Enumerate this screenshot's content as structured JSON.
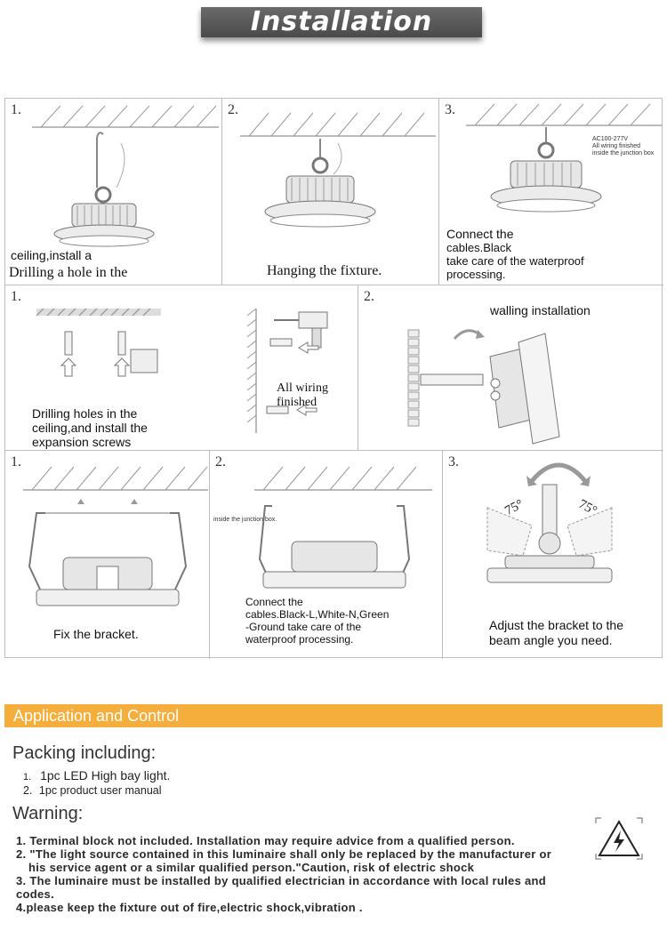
{
  "header": {
    "title": "Installation"
  },
  "row1": [
    {
      "num": "1.",
      "caption_a": "ceiling,install a",
      "caption_b": "Drilling a hole in the"
    },
    {
      "num": "2.",
      "caption": "Hanging the fixture."
    },
    {
      "num": "3.",
      "callout_a": "AC100-277V",
      "callout_b": "All wiring finished",
      "callout_c": "inside the junction box",
      "caption": [
        "Connect the",
        "cables.Black",
        "take care of the waterproof",
        "processing."
      ]
    }
  ],
  "row2": [
    {
      "num": "1.",
      "middle_label": "All wiring finished",
      "caption": [
        "Drilling holes in the",
        "ceiling,and install the",
        "expansion screws"
      ]
    },
    {
      "num": "2.",
      "caption": "walling installation"
    }
  ],
  "row3": [
    {
      "num": "1.",
      "caption": "Fix the bracket."
    },
    {
      "num": "2.",
      "callout": "inside the junction box.",
      "caption": [
        "Connect the",
        "cables.Black-L,White-N,Green",
        "-Ground take care of the",
        "waterproof processing."
      ]
    },
    {
      "num": "3.",
      "angle_left": "75°",
      "angle_right": "75°",
      "caption": [
        "Adjust the bracket to the",
        "beam angle you need."
      ]
    }
  ],
  "application": {
    "bar_title": "Application and Control",
    "packing_title": "Packing including:",
    "packing_items": [
      {
        "n": "1.",
        "text": "1pc LED High bay light."
      },
      {
        "n": "2.",
        "text": "1pc product user manual"
      }
    ],
    "warning_title": "Warning:",
    "warnings": [
      "1. Terminal block not included. Installation may require advice from a qualified person.",
      "2. \"The light source contained in this luminaire shall only be replaced by the manufacturer or",
      "   his service agent or a similar qualified person.\"Caution, risk of electric shock",
      "3. The luminaire must be installed by qualified electrician in accordance with local rules and codes.",
      "4.please keep the fixture out of fire,electric shock,vibration ."
    ]
  },
  "colors": {
    "banner": "#555555",
    "app_bar": "#f5ad3b",
    "grid_line": "#bdbdbd"
  }
}
